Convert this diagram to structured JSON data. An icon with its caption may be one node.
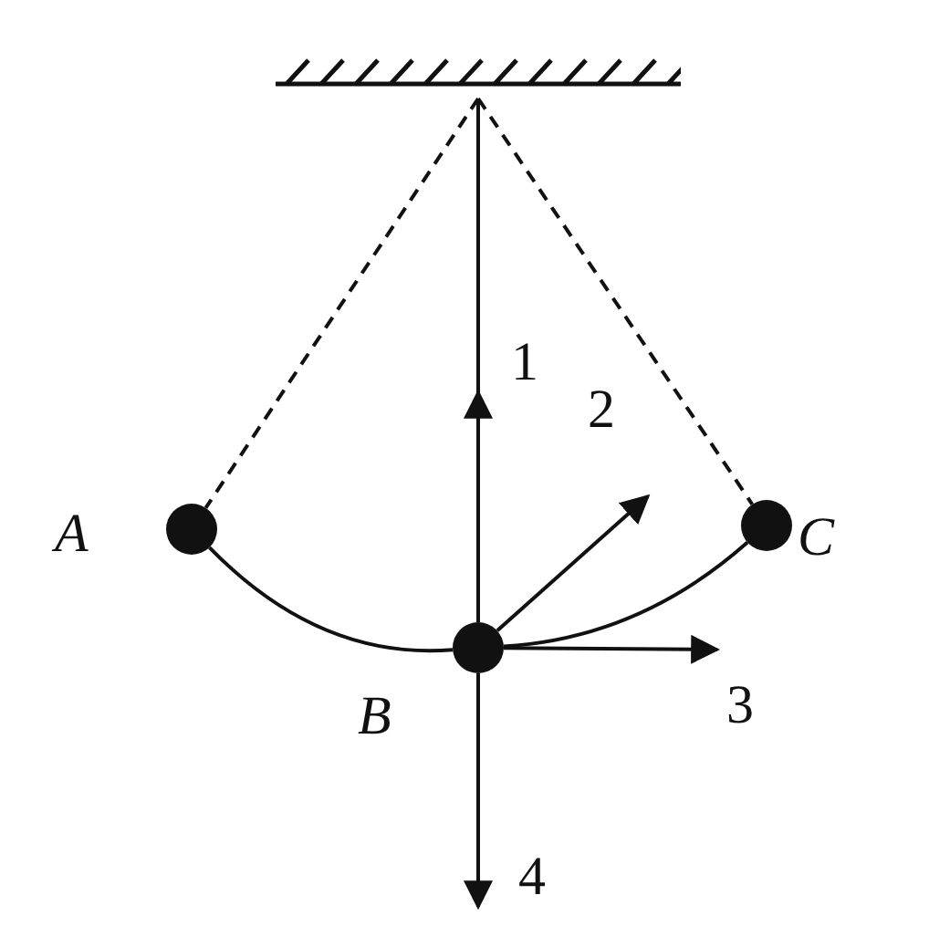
{
  "diagram": {
    "nodes": [
      {
        "text": [],
        "shape": "bar"
      },
      {
        "text": [],
        "shape": "circle",
        "beside": [
          "A"
        ]
      },
      {
        "text": [],
        "shape": "circle",
        "beside": [
          "B"
        ]
      },
      {
        "text": [],
        "shape": "circle",
        "beside": [
          "C"
        ]
      }
    ],
    "edges": [
      {
        "from": 0,
        "to": 1,
        "arrow": "none",
        "style": "dashed"
      },
      {
        "from": 0,
        "to": 2,
        "arrow": "none"
      },
      {
        "from": 0,
        "to": 3,
        "arrow": "none",
        "style": "dashed"
      },
      {
        "from": 1,
        "to": 2,
        "arrow": "none"
      },
      {
        "from": 2,
        "to": 3,
        "arrow": "none"
      }
    ],
    "labels": [
      "1",
      "2",
      "3",
      "4"
    ]
  }
}
